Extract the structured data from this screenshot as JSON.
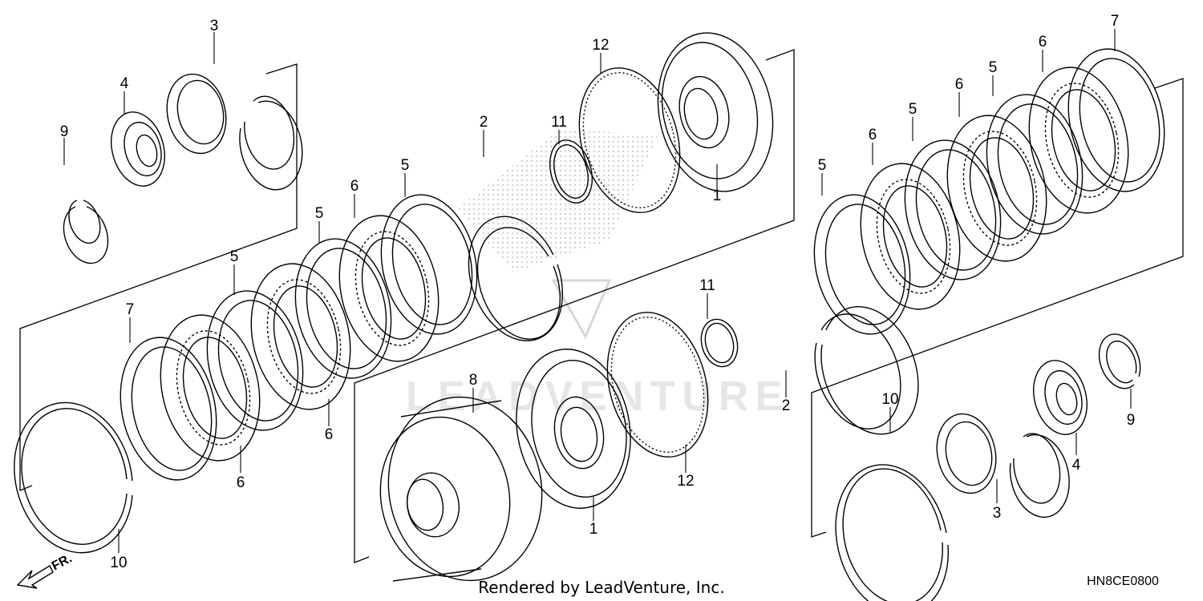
{
  "diagram": {
    "credit": "Rendered by LeadVenture, Inc.",
    "code": "HN8CE0800",
    "watermark": "LEADVENTURE",
    "direction": "FR.",
    "callouts": [
      "1",
      "2",
      "3",
      "4",
      "5",
      "6",
      "7",
      "8",
      "9",
      "10",
      "11",
      "12"
    ]
  },
  "colors": {
    "line": "#000000",
    "watermark": "#e6e6e6",
    "background": "#ffffff"
  }
}
